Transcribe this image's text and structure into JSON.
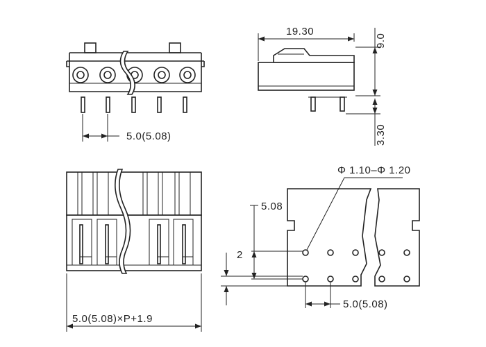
{
  "top_width": "19.30",
  "top_height": "9.0",
  "pin_length": "3.30",
  "front_pitch": "5.0(5.08)",
  "bottom_width": "5.0(5.08)×P+1.9",
  "hole_diameter": "Φ 1.10–Φ 1.20",
  "row_spacing": "5.08",
  "small_offset": "2",
  "hole_pitch": "5.0(5.08)"
}
